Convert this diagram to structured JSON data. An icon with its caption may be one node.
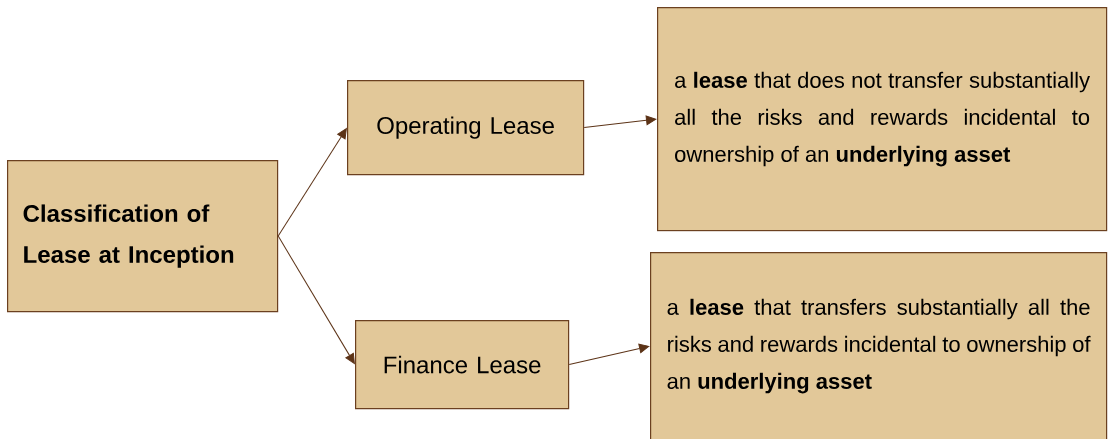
{
  "diagram": {
    "nodes": [
      {
        "text": [
          "Classification of Lease at Inception"
        ]
      },
      {
        "text": [
          "Operating Lease"
        ]
      },
      {
        "text": [
          "Finance Lease"
        ]
      },
      {
        "text": [
          "a **lease** that does not transfer substantially all the risks and rewards incidental to ownership of an **underlying asset**"
        ]
      },
      {
        "text": [
          "a **lease** that transfers substantially all the risks and rewards incidental to ownership of an **underlying asset**"
        ]
      }
    ],
    "edges": [
      {
        "from": 0,
        "to": 1,
        "arrow": "to"
      },
      {
        "from": 0,
        "to": 2,
        "arrow": "to"
      },
      {
        "from": 1,
        "to": 3,
        "arrow": "to"
      },
      {
        "from": 2,
        "to": 4,
        "arrow": "to"
      }
    ]
  }
}
